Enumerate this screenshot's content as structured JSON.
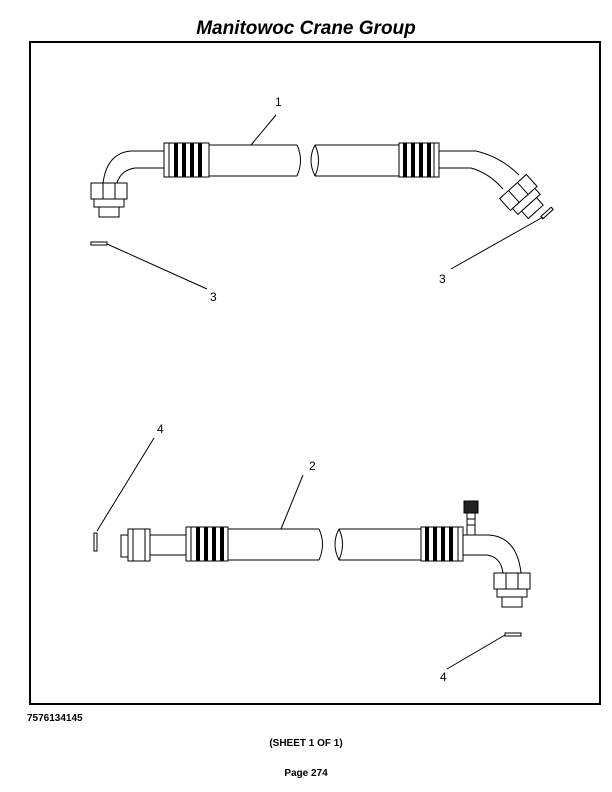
{
  "header": {
    "title": "Manitowoc Crane Group"
  },
  "diagram": {
    "callouts": {
      "item_1": "1",
      "item_2": "2",
      "item_3_left": "3",
      "item_3_right": "3",
      "item_4_left": "4",
      "item_4_right": "4"
    }
  },
  "footer": {
    "drawing_number": "7576134145",
    "sheet": "(SHEET 1 OF 1)",
    "page": "Page 274"
  }
}
